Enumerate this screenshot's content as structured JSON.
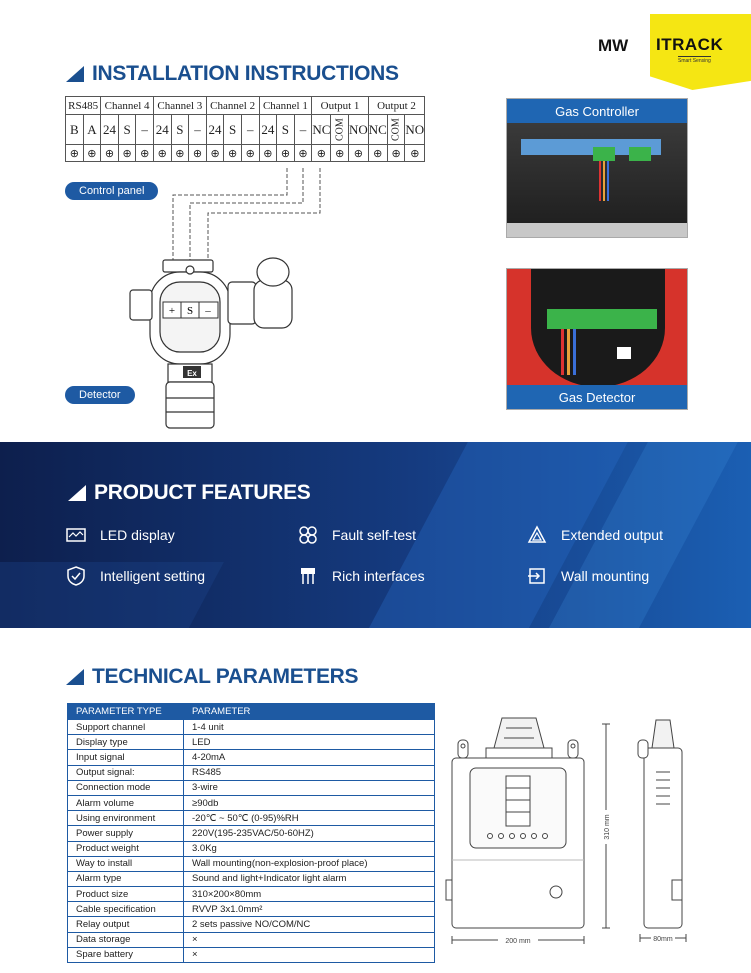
{
  "logo": {
    "left_text": "MW",
    "brand": "ITRACK",
    "tagline": "Smart Sensing"
  },
  "installation": {
    "title": "INSTALLATION INSTRUCTIONS",
    "terminal": {
      "groups": [
        {
          "label": "RS485",
          "pins": [
            "B",
            "A"
          ]
        },
        {
          "label": "Channel 4",
          "pins": [
            "24",
            "S",
            "–"
          ]
        },
        {
          "label": "Channel 3",
          "pins": [
            "24",
            "S",
            "–"
          ]
        },
        {
          "label": "Channel 2",
          "pins": [
            "24",
            "S",
            "–"
          ]
        },
        {
          "label": "Channel 1",
          "pins": [
            "24",
            "S",
            "–"
          ]
        },
        {
          "label": "Output 1",
          "pins": [
            "NC",
            "COM",
            "NO"
          ]
        },
        {
          "label": "Output 2",
          "pins": [
            "NC",
            "COM",
            "NO"
          ]
        }
      ]
    },
    "control_panel_label": "Control panel",
    "detector_label": "Detector",
    "detector_pins": [
      "+",
      "S",
      "–"
    ],
    "photo_controller_label": "Gas Controller",
    "photo_detector_label": "Gas Detector",
    "ex_mark": "Ex"
  },
  "features": {
    "title": "PRODUCT FEATURES",
    "items": [
      {
        "label": "LED display",
        "icon": "led-display-icon"
      },
      {
        "label": "Fault self-test",
        "icon": "fault-self-test-icon"
      },
      {
        "label": "Extended output",
        "icon": "extended-output-icon"
      },
      {
        "label": "Intelligent setting",
        "icon": "intelligent-setting-icon"
      },
      {
        "label": "Rich interfaces",
        "icon": "rich-interfaces-icon"
      },
      {
        "label": "Wall mounting",
        "icon": "wall-mounting-icon"
      }
    ]
  },
  "parameters": {
    "title": "TECHNICAL PARAMETERS",
    "headers": [
      "PARAMETER TYPE",
      "PARAMETER"
    ],
    "rows": [
      [
        "Support channel",
        "1-4 unit"
      ],
      [
        "Display type",
        "LED"
      ],
      [
        "Input signal",
        "4-20mA"
      ],
      [
        "Output signal:",
        "RS485"
      ],
      [
        "Connection mode",
        "3-wire"
      ],
      [
        "Alarm volume",
        "≥90db"
      ],
      [
        "Using environment",
        "-20℃ ~ 50℃    (0-95)%RH"
      ],
      [
        "Power supply",
        "220V(195-235VAC/50-60HZ)"
      ],
      [
        "Product weight",
        "3.0Kg"
      ],
      [
        "Way to install",
        "Wall mounting(non-explosion-proof place)"
      ],
      [
        "Alarm type",
        "Sound and light+Indicator light alarm"
      ],
      [
        "Product size",
        "310×200×80mm"
      ],
      [
        "Cable specification",
        "RVVP 3x1.0mm²"
      ],
      [
        "Relay output",
        "2 sets passive NO/COM/NC"
      ],
      [
        "Data storage",
        "×"
      ],
      [
        "Spare battery",
        "×"
      ]
    ],
    "dimensions": {
      "width_label": "200 mm",
      "height_label": "310 mm",
      "depth_label": "80mm"
    }
  },
  "colors": {
    "brand_blue": "#1a4f8f",
    "accent_blue": "#1e5aa3",
    "logo_yellow": "#f5e613"
  }
}
